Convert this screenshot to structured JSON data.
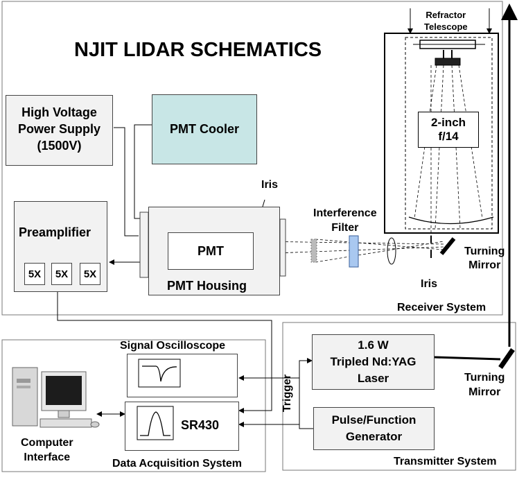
{
  "title": "NJIT LIDAR SCHEMATICS",
  "receiver": {
    "hv_supply": "High Voltage\nPower Supply\n(1500V)",
    "pmt_cooler": "PMT Cooler",
    "preamplifier": "Preamplifier",
    "amp_5x": [
      "5X",
      "5X",
      "5X"
    ],
    "pmt": "PMT",
    "pmt_housing": "PMT Housing",
    "iris_top": "Iris",
    "interference_filter": "Interference\nFilter",
    "iris_bottom": "Iris",
    "turning_mirror": "Turning\nMirror",
    "telescope_label": "Refractor\nTelescope",
    "telescope_spec": "2-inch\nf/14",
    "system_label": "Receiver System"
  },
  "daq": {
    "signal_oscilloscope": "Signal Oscilloscope",
    "sr430": "SR430",
    "computer_interface": "Computer\nInterface",
    "system_label": "Data Acquisition System"
  },
  "transmitter": {
    "laser": "1.6 W\nTripled Nd:YAG\nLaser",
    "pulse_generator": "Pulse/Function\nGenerator",
    "trigger": "Trigger",
    "turning_mirror": "Turning\nMirror",
    "system_label": "Transmitter System"
  },
  "colors": {
    "cooler_fill": "#c8e6e6",
    "filter_fill": "#a9c8f0",
    "indicator_red": "#e01010",
    "box_fill": "#f2f2f2"
  }
}
